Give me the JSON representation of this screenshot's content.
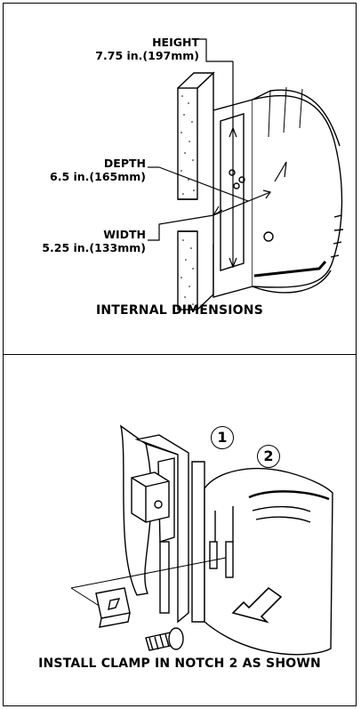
{
  "top_panel": {
    "caption": "INTERNAL DIMENSIONS",
    "dimensions": {
      "height_label": "HEIGHT",
      "height_value": "7.75 in.(197mm)",
      "depth_label": "DEPTH",
      "depth_value": "6.5 in.(165mm)",
      "width_label": "WIDTH",
      "width_value": "5.25 in.(133mm)"
    }
  },
  "bottom_panel": {
    "caption": "INSTALL CLAMP IN NOTCH 2 AS SHOWN",
    "callouts": [
      "1",
      "2"
    ]
  }
}
